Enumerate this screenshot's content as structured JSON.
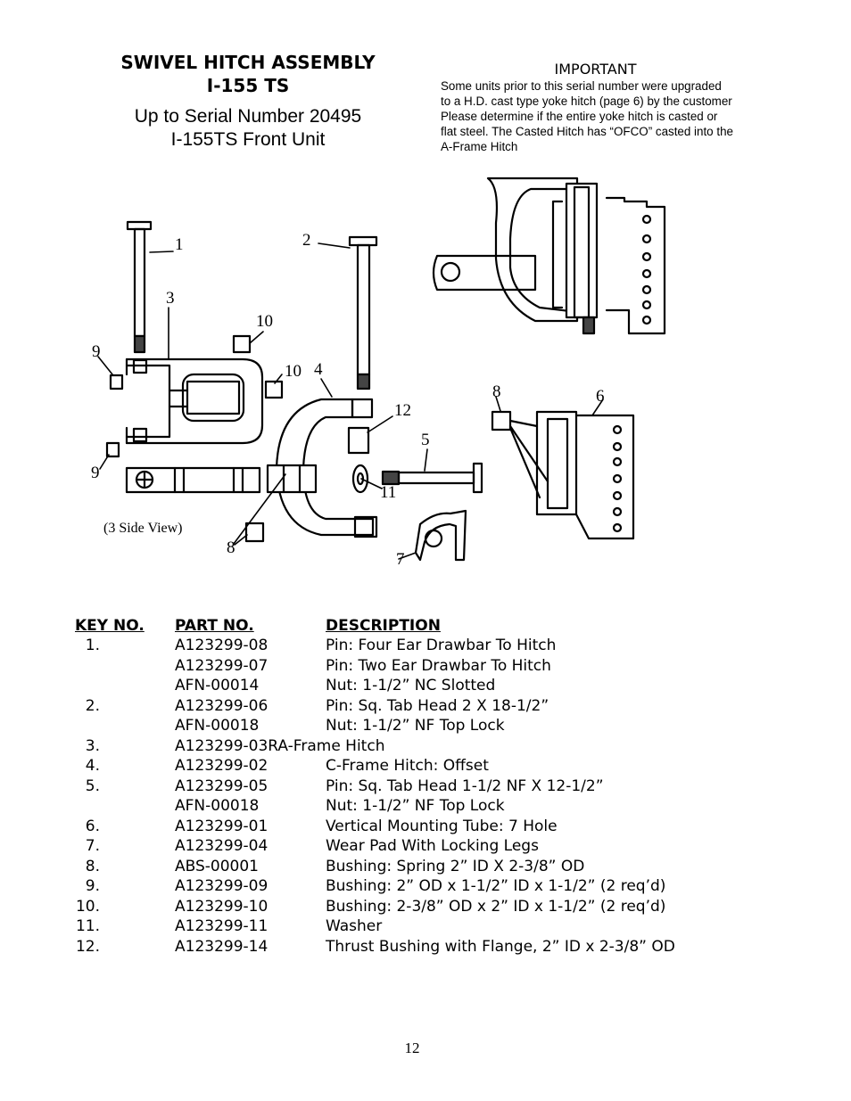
{
  "header": {
    "title_line1": "SWIVEL HITCH ASSEMBLY",
    "title_line2": "I-155 TS",
    "subtitle_line1": "Up to Serial Number 20495",
    "subtitle_line2": "I-155TS Front Unit"
  },
  "important": {
    "heading": "IMPORTANT",
    "lines": [
      "Some units prior to this serial number were upgraded",
      "to a H.D. cast type yoke hitch (page 6) by the customer",
      "Please determine if the entire yoke hitch is casted or",
      "flat steel. The Casted Hitch has “OFCO” casted into the",
      "A-Frame Hitch"
    ]
  },
  "diagram": {
    "labels": [
      "1",
      "2",
      "3",
      "4",
      "5",
      "6",
      "7",
      "8",
      "8",
      "9",
      "9",
      "10",
      "10",
      "11",
      "12"
    ],
    "side_view_label": "(3 Side View)"
  },
  "table": {
    "headers": {
      "key": "KEY NO.",
      "part": "PART NO.",
      "desc": "DESCRIPTION"
    },
    "rows": [
      {
        "key": "1.",
        "part": "A123299-08",
        "desc": "Pin: Four Ear Drawbar To Hitch"
      },
      {
        "key": "",
        "part": "A123299-07",
        "desc": "Pin: Two Ear Drawbar To Hitch"
      },
      {
        "key": "",
        "part": "AFN-00014",
        "desc": "Nut: 1-1/2” NC Slotted"
      },
      {
        "key": "2.",
        "part": "A123299-06",
        "desc": "Pin: Sq. Tab Head 2 X 18-1/2”"
      },
      {
        "key": "",
        "part": "AFN-00018",
        "desc": "Nut: 1-1/2” NF Top Lock"
      },
      {
        "key": "3.",
        "part": "A123299-03RA-Frame Hitch",
        "desc": ""
      },
      {
        "key": "4.",
        "part": "A123299-02",
        "desc": "C-Frame Hitch: Offset"
      },
      {
        "key": "5.",
        "part": "A123299-05",
        "desc": "Pin: Sq. Tab Head 1-1/2 NF X 12-1/2”"
      },
      {
        "key": "",
        "part": "AFN-00018",
        "desc": "Nut: 1-1/2” NF Top Lock"
      },
      {
        "key": "6.",
        "part": "A123299-01",
        "desc": "Vertical Mounting Tube: 7 Hole"
      },
      {
        "key": "7.",
        "part": "A123299-04",
        "desc": "Wear Pad With Locking Legs"
      },
      {
        "key": "8.",
        "part": "ABS-00001",
        "desc": "Bushing: Spring 2” ID X 2-3/8” OD"
      },
      {
        "key": "9.",
        "part": "A123299-09",
        "desc": "Bushing: 2” OD x 1-1/2” ID x 1-1/2” (2 req’d)"
      },
      {
        "key": "10.",
        "part": "A123299-10",
        "desc": "Bushing: 2-3/8” OD x 2” ID x 1-1/2” (2 req’d)"
      },
      {
        "key": "11.",
        "part": "A123299-11",
        "desc": "Washer"
      },
      {
        "key": "12.",
        "part": "A123299-14",
        "desc": "Thrust Bushing with Flange, 2” ID x 2-3/8” OD"
      }
    ]
  },
  "footer": {
    "page_number": "12"
  }
}
